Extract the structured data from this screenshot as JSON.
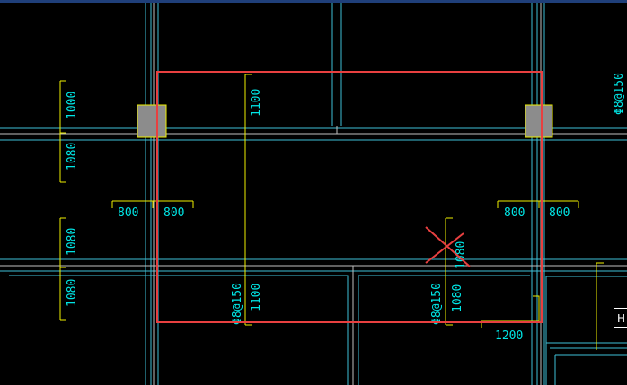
{
  "drawing": {
    "colors": {
      "background": "#000000",
      "beam_lines": "#3ec0d8",
      "grid_lines": "#bfbfbf",
      "dimension_lines": "#f0f000",
      "dimension_text": "#00e5e5",
      "selection_box": "#e84040",
      "column_fill": "#8c8c8c"
    },
    "labels": {
      "left_dim_1": "1000",
      "left_dim_2": "1080",
      "left_dim_3": "1080",
      "left_dim_4": "1080",
      "col_left_dim_a": "800",
      "col_left_dim_b": "800",
      "col_right_dim_a": "800",
      "col_right_dim_b": "800",
      "mid_top_dim": "1100",
      "mid_bottom_dim": "1100",
      "rebar_mid": "Φ8@150",
      "rebar_right": "Φ8@150",
      "rebar_top_right": "Φ8@150",
      "right_dim_upper": "1080",
      "right_dim_lower": "1080",
      "bottom_dim": "1200",
      "corner_tag": "H"
    }
  }
}
